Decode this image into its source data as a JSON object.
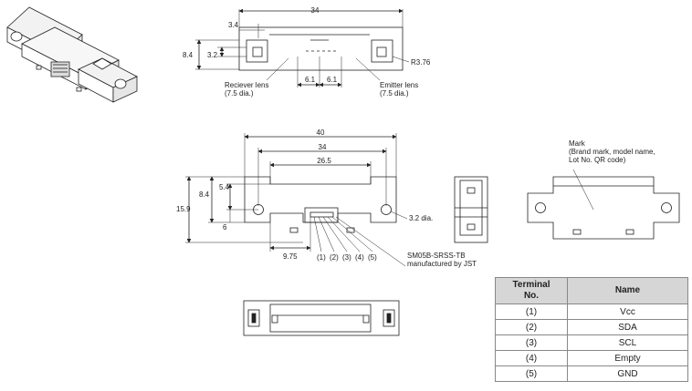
{
  "top_view": {
    "dims": {
      "overall_width": "34",
      "hole_offset": "3.4",
      "height": "8.4",
      "lens_center_height": "3.2",
      "lens_offset_left": "6.1",
      "lens_offset_right": "6.1",
      "corner_radius": "R3.76"
    },
    "labels": {
      "receiver_line1": "Reciever lens",
      "receiver_line2": "(7.5 dia.)",
      "emitter_line1": "Emitter lens",
      "emitter_line2": "(7.5 dia.)"
    }
  },
  "front_view": {
    "dims": {
      "overall_width": "40",
      "hole_spacing": "34",
      "body_width": "26.5",
      "height_total": "15.9",
      "height_upper": "8.4",
      "height_mid": "5.4",
      "height_lower": "6",
      "connector_offset": "9.75",
      "hole_dia": "3.2 dia."
    },
    "pins": [
      "(1)",
      "(2)",
      "(3)",
      "(4)",
      "(5)"
    ],
    "connector_line1": "SM05B-SRSS-TB",
    "connector_line2": "manufactured by JST"
  },
  "back_view": {
    "mark_line1": "Mark",
    "mark_line2": "(Brand mark, model name,",
    "mark_line3": "Lot No. QR code)"
  },
  "terminal_table": {
    "header_terminal_line1": "Terminal",
    "header_terminal_line2": "No.",
    "header_name": "Name",
    "rows": [
      {
        "no": "(1)",
        "name": "Vcc"
      },
      {
        "no": "(2)",
        "name": "SDA"
      },
      {
        "no": "(3)",
        "name": "SCL"
      },
      {
        "no": "(4)",
        "name": "Empty"
      },
      {
        "no": "(5)",
        "name": "GND"
      }
    ]
  }
}
